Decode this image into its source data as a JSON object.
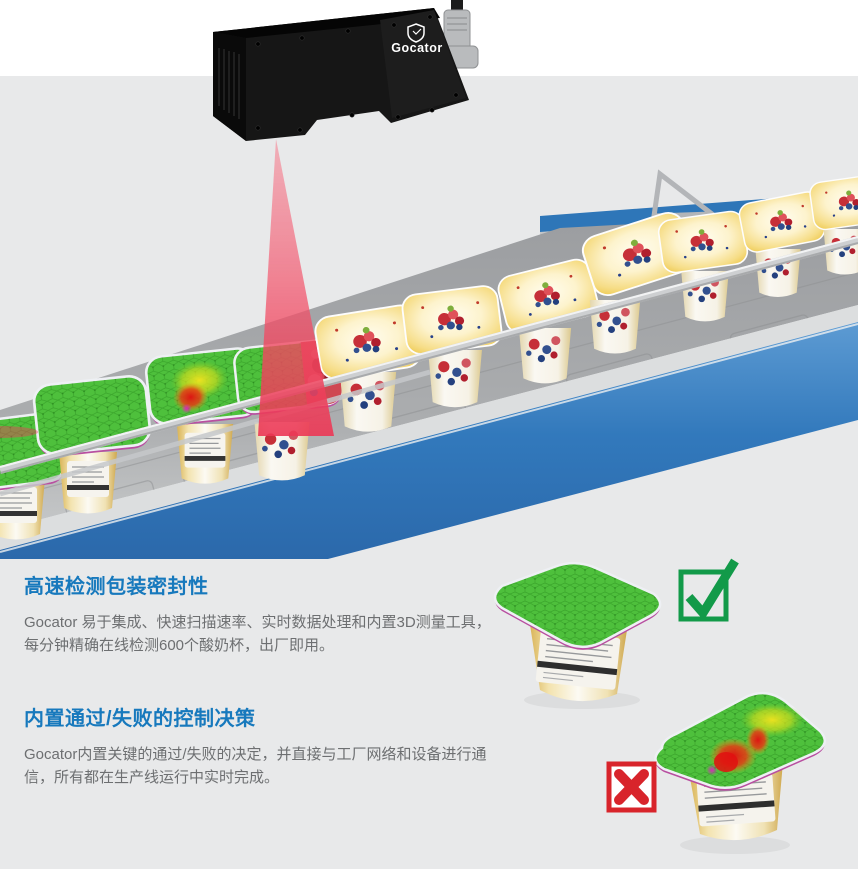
{
  "page": {
    "background_white": "#ffffff",
    "panel_gray": "#e8e9ea"
  },
  "sensor": {
    "brand": "Gocator"
  },
  "sections": [
    {
      "heading": "高速检测包装密封性",
      "body": "Gocator 易于集成、快速扫描速率、实时数据处理和内置3D测量工具，每分钟精确在线检测600个酸奶杯，出厂即用。"
    },
    {
      "heading": "内置通过/失败的控制决策",
      "body": "Gocator内置关键的通过/失败的决定，并直接与工厂网络和设备进行通信，所有都在生产线运行中实时完成。"
    }
  ],
  "indicators": {
    "pass_icon": "check-mark",
    "fail_icon": "cross-mark",
    "pass_color": "#129a49",
    "fail_color": "#d8242b"
  },
  "colors": {
    "heading_blue": "#1779bd",
    "body_text_gray": "#6d6f71",
    "laser_red": "#ee3e58",
    "conveyor_blue": "#2f79bc",
    "scanned_lid_green": "#4ec03c",
    "yogurt_lid_yellow": "#f6dd87"
  }
}
